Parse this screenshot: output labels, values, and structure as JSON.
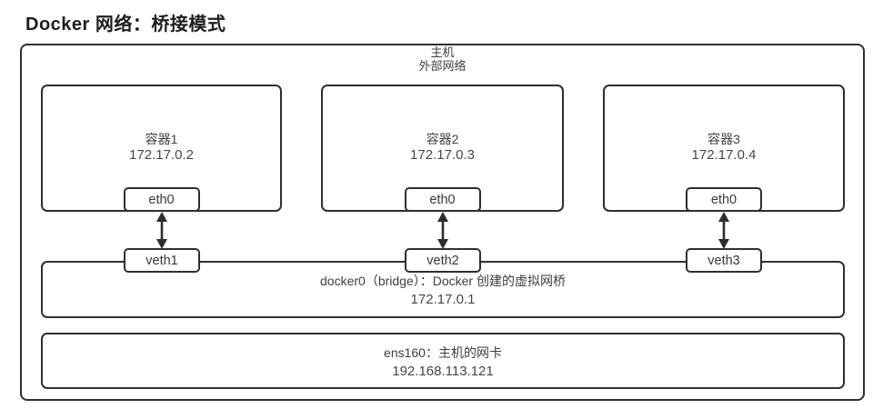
{
  "title": "Docker 网络：桥接模式",
  "host": {
    "line1": "主机",
    "line2": "外部网络"
  },
  "containers": [
    {
      "name": "容器1",
      "ip": "172.17.0.2",
      "iface": "eth0",
      "veth": "veth1"
    },
    {
      "name": "容器2",
      "ip": "172.17.0.3",
      "iface": "eth0",
      "veth": "veth2"
    },
    {
      "name": "容器3",
      "ip": "172.17.0.4",
      "iface": "eth0",
      "veth": "veth3"
    }
  ],
  "bridge": {
    "line1": "docker0（bridge）：Docker 创建的虚拟网桥",
    "ip": "172.17.0.1"
  },
  "nic": {
    "line1": "ens160：主机的网卡",
    "ip": "192.168.113.121"
  },
  "colors": {
    "border": "#2f2f2f",
    "text": "#3e3e3e",
    "title": "#1e1e1e",
    "background": "#ffffff",
    "arrow": "#2d2d2d"
  }
}
